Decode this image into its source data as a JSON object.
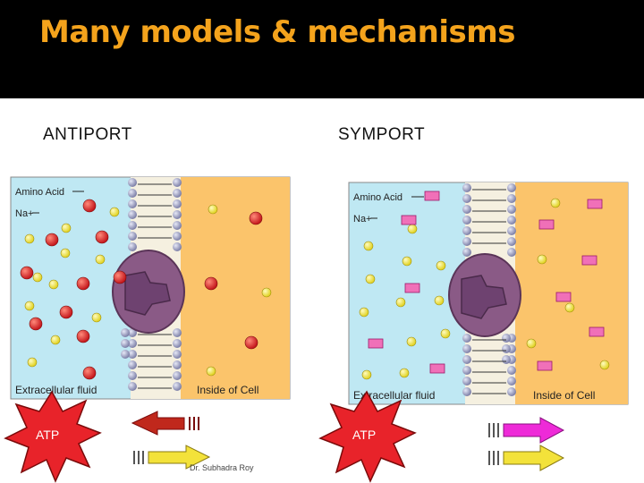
{
  "slide": {
    "title": "Many models & mechanisms",
    "credit": "Dr. Subhadra Roy"
  },
  "panels": [
    {
      "heading": "ANTIPORT",
      "labels": {
        "amino_acid": "Amino Acid",
        "na": "Na+",
        "outside": "Extracellular fluid",
        "inside": "Inside of Cell"
      },
      "badge": "ATP"
    },
    {
      "heading": "SYMPORT",
      "labels": {
        "amino_acid": "Amino Acid",
        "na": "Na+",
        "outside": "Extracellular fluid",
        "inside": "Inside of Cell"
      },
      "badge": "ATP"
    }
  ],
  "colors": {
    "title": "#f4a31c",
    "extracellular": "#bfe8f3",
    "intracellular": "#fbc46b",
    "protein": "#8a5a86",
    "na_ion": "#f3e84a",
    "amino_acid_antiport": "#d8282c",
    "amino_acid_symport": "#f070b8",
    "atp_burst": "#e8232a",
    "arrow_red": "#c0281c",
    "arrow_yellow": "#f3e23a",
    "arrow_magenta": "#ee2ad8"
  }
}
